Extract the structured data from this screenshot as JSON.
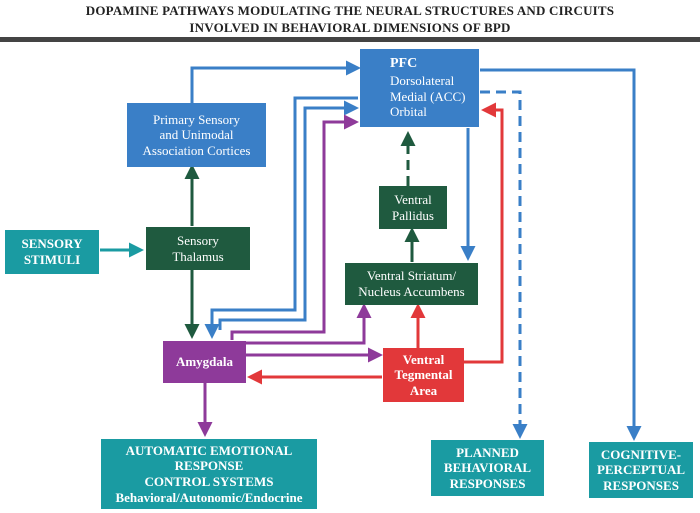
{
  "title": {
    "line1": "DOPAMINE PATHWAYS MODULATING THE NEURAL STRUCTURES AND CIRCUITS",
    "line2": "INVOLVED IN BEHAVIORAL DIMENSIONS OF BPD"
  },
  "nodes": {
    "pfc": {
      "head": "PFC",
      "l1": "Dorsolateral",
      "l2": "Medial (ACC)",
      "l3": "Orbital"
    },
    "primary_sensory": {
      "l1": "Primary Sensory",
      "l2": "and Unimodal",
      "l3": "Association Cortices"
    },
    "sensory_stimuli": {
      "l1": "SENSORY",
      "l2": "STIMULI"
    },
    "sensory_thalamus": {
      "l1": "Sensory",
      "l2": "Thalamus"
    },
    "ventral_pallidus": {
      "l1": "Ventral",
      "l2": "Pallidus"
    },
    "ventral_striatum": {
      "l1": "Ventral Striatum/",
      "l2": "Nucleus Accumbens"
    },
    "amygdala": {
      "l1": "Amygdala"
    },
    "vta": {
      "l1": "Ventral",
      "l2": "Tegmental",
      "l3": "Area"
    },
    "automatic": {
      "l1": "AUTOMATIC EMOTIONAL",
      "l2": "RESPONSE",
      "l3": "CONTROL SYSTEMS",
      "l4": "Behavioral/Autonomic/Endocrine"
    },
    "planned": {
      "l1": "PLANNED",
      "l2": "BEHAVIORAL",
      "l3": "RESPONSES"
    },
    "cognitive": {
      "l1": "COGNITIVE-",
      "l2": "PERCEPTUAL",
      "l3": "RESPONSES"
    }
  },
  "colors": {
    "blue": "#3a7fc7",
    "dark_green": "#1f5a3f",
    "teal": "#1a9ba2",
    "purple": "#8e3a9a",
    "red": "#e2383a"
  }
}
